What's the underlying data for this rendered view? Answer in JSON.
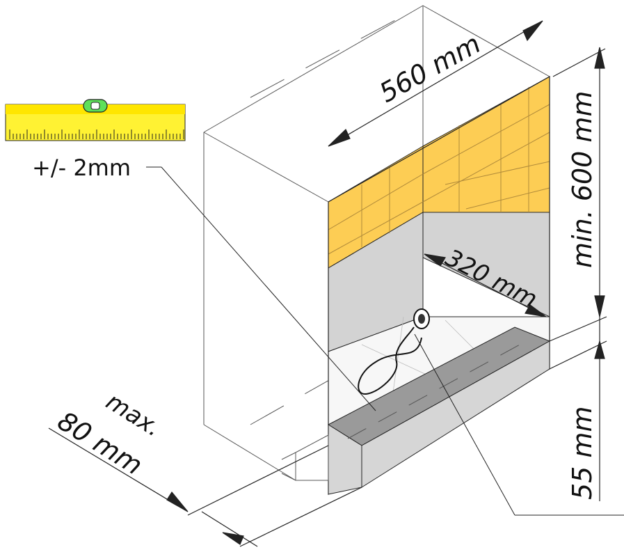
{
  "diagram": {
    "labels": {
      "width": "560 mm",
      "height": "min. 600 mm",
      "depth": "320 mm",
      "base_height": "55 mm",
      "max_line1": "max.",
      "max_line2": "80 mm",
      "tolerance": "+/- 2mm"
    },
    "colors": {
      "tiles": "#fdcd54",
      "tile_joints": "#b08a3a",
      "floor_gray": "#d3d3d3",
      "channel_dark": "#9a9a9a",
      "channel_front": "#d6d6d6",
      "level_yellow": "#fff233",
      "bubble_green": "#5ee05a",
      "line": "#222222"
    },
    "icons": [
      "spirit-level-icon",
      "power-socket-icon"
    ]
  }
}
